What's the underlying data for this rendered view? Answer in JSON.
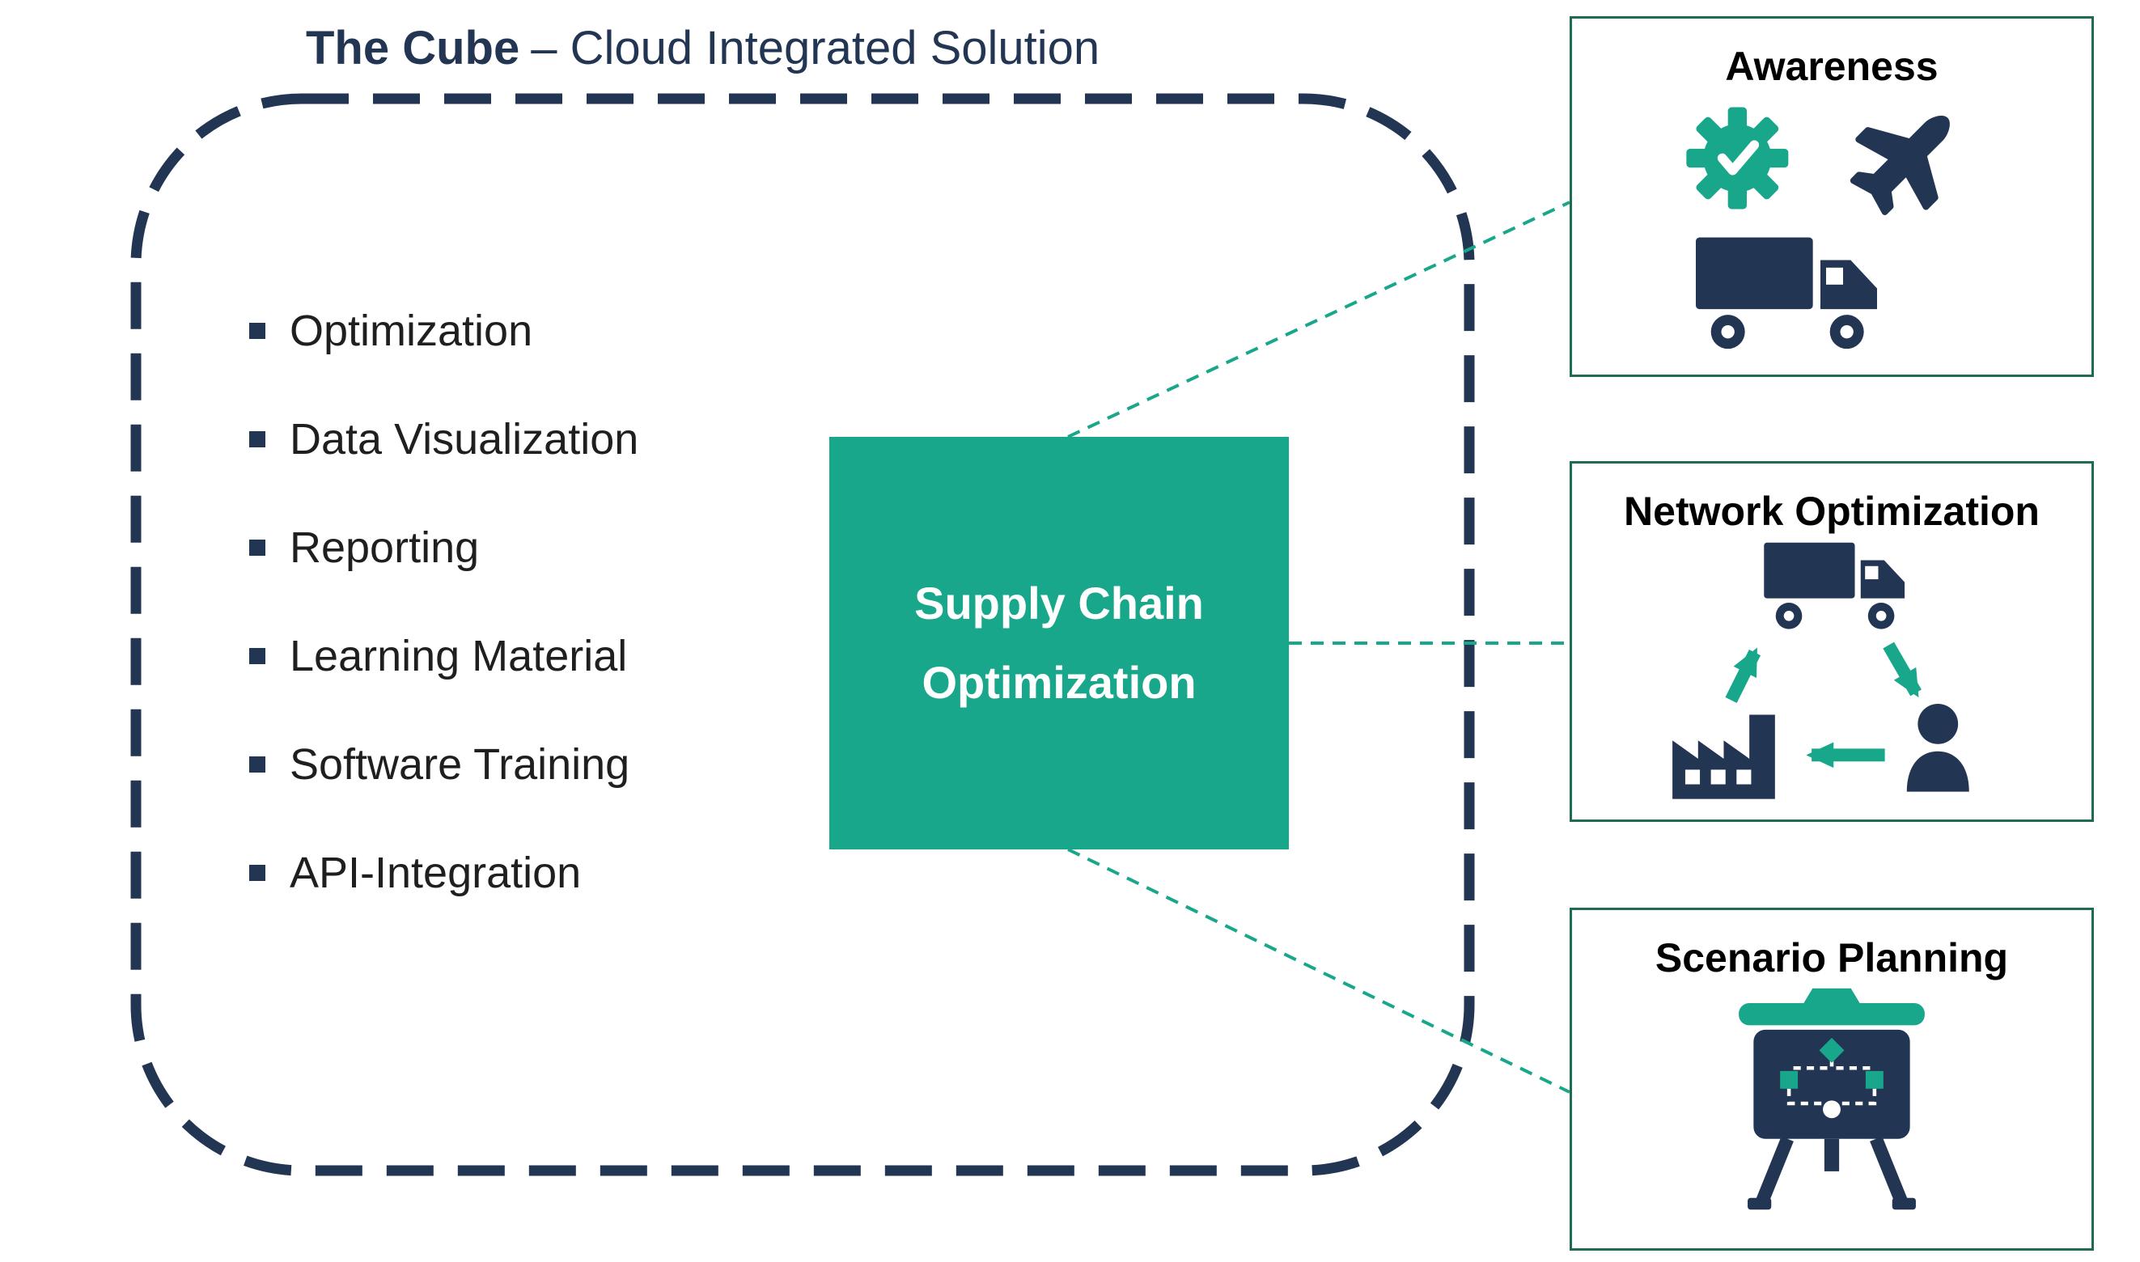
{
  "colors": {
    "navy": "#223552",
    "teal": "#18A78B",
    "panel_border": "#1E6B50",
    "body_text": "#1f1f1f"
  },
  "title": {
    "product": "The Cube",
    "subtitle": "– Cloud Integrated Solution"
  },
  "features": [
    "Optimization",
    "Data Visualization",
    "Reporting",
    "Learning Material",
    "Software Training",
    "API-Integration"
  ],
  "center_box": {
    "line1": "Supply Chain",
    "line2": "Optimization"
  },
  "panels": {
    "awareness": {
      "title": "Awareness",
      "icons": [
        "gear-check-icon",
        "airplane-icon",
        "truck-icon"
      ]
    },
    "network": {
      "title": "Network Optimization",
      "icons": [
        "truck-icon",
        "factory-icon",
        "person-icon",
        "cycle-arrows-icon"
      ]
    },
    "scenario": {
      "title": "Scenario Planning",
      "icons": [
        "presentation-board-icon"
      ]
    }
  }
}
